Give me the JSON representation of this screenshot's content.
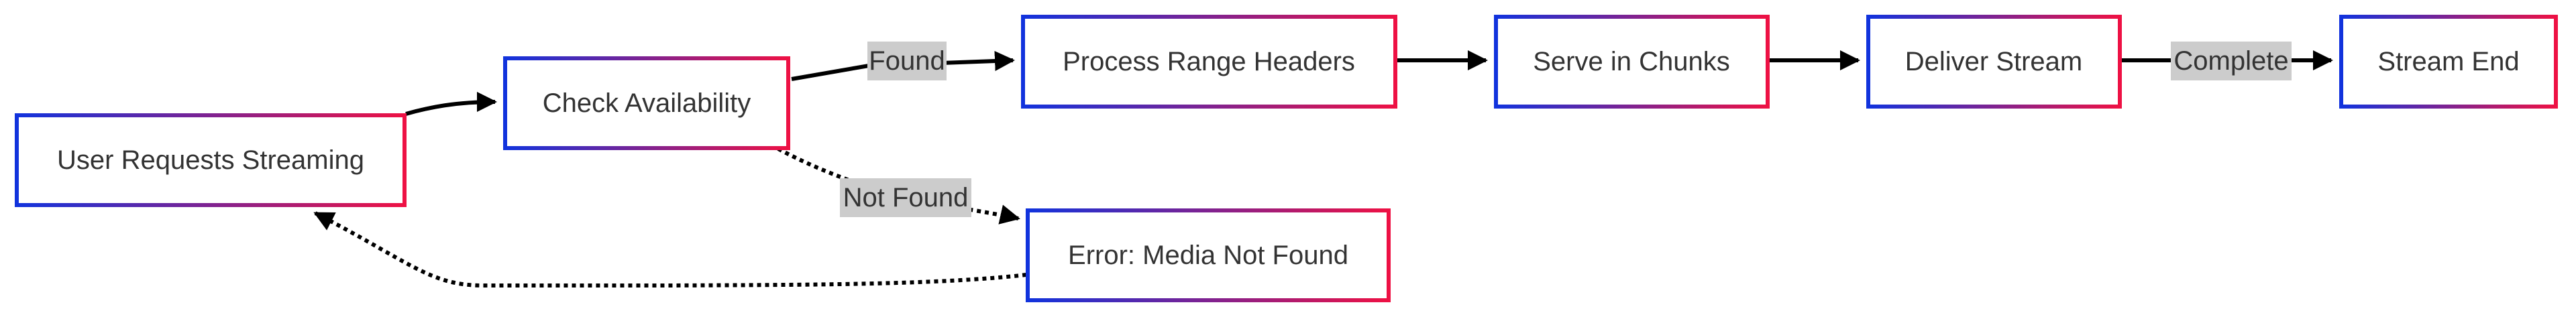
{
  "diagram": {
    "nodes": [
      {
        "id": "user_requests",
        "label": "User Requests Streaming"
      },
      {
        "id": "check_availability",
        "label": "Check Availability"
      },
      {
        "id": "process_range",
        "label": "Process Range Headers"
      },
      {
        "id": "serve_chunks",
        "label": "Serve in Chunks"
      },
      {
        "id": "deliver_stream",
        "label": "Deliver Stream"
      },
      {
        "id": "stream_end",
        "label": "Stream End"
      },
      {
        "id": "error_not_found",
        "label": "Error: Media Not Found"
      }
    ],
    "edges": [
      {
        "from": "user_requests",
        "to": "check_availability",
        "label": "",
        "style": "solid"
      },
      {
        "from": "check_availability",
        "to": "process_range",
        "label": "Found",
        "style": "solid"
      },
      {
        "from": "process_range",
        "to": "serve_chunks",
        "label": "",
        "style": "solid"
      },
      {
        "from": "serve_chunks",
        "to": "deliver_stream",
        "label": "",
        "style": "solid"
      },
      {
        "from": "deliver_stream",
        "to": "stream_end",
        "label": "Complete",
        "style": "solid"
      },
      {
        "from": "check_availability",
        "to": "error_not_found",
        "label": "Not Found",
        "style": "dotted"
      },
      {
        "from": "error_not_found",
        "to": "user_requests",
        "label": "",
        "style": "dotted"
      }
    ],
    "colors": {
      "border_start": "#1133dd",
      "border_end": "#ee1144",
      "edge": "#000000",
      "label_bg": "#cccccc",
      "text": "#333333"
    }
  }
}
